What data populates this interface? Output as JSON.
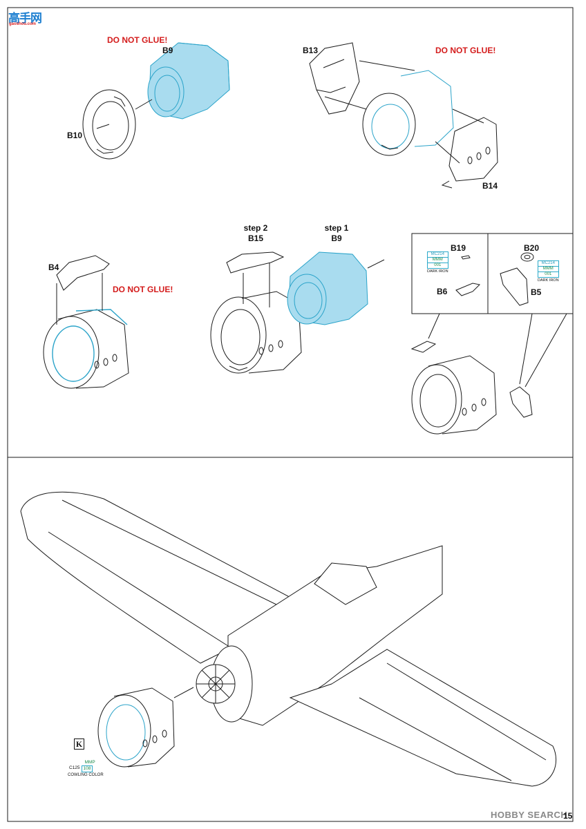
{
  "header": {
    "site_logo_text": "高手网",
    "site_url": "gaoshou.com"
  },
  "step_a": {
    "warning": "DO NOT GLUE!",
    "part_b9": "B9",
    "part_b10": "B10"
  },
  "step_b": {
    "warning": "DO NOT GLUE!",
    "part_b13": "B13",
    "part_b14": "B14"
  },
  "step_c": {
    "part_b4": "B4",
    "warning": "DO NOT GLUE!",
    "step2": "step 2",
    "part_b15": "B15",
    "step1": "step 1",
    "part_b9": "B9"
  },
  "detail_boxes": {
    "left": {
      "part_b19": "B19",
      "part_b6": "B6",
      "paint_code1": "MC214",
      "paint_code2": "MMM",
      "paint_code3": "001",
      "paint_name": "DARK IRON"
    },
    "right": {
      "part_b20": "B20",
      "part_b5": "B5",
      "paint_code1": "MC214",
      "paint_code2": "MMM",
      "paint_code3": "001",
      "paint_name": "DARK IRON"
    }
  },
  "final": {
    "k_label": "K",
    "paint_top": "MMP",
    "paint_left": "C125",
    "paint_right": "108",
    "paint_name": "COWLING COLOR"
  },
  "footer": {
    "watermark": "HOBBY SEARCH",
    "page_number": "15"
  }
}
